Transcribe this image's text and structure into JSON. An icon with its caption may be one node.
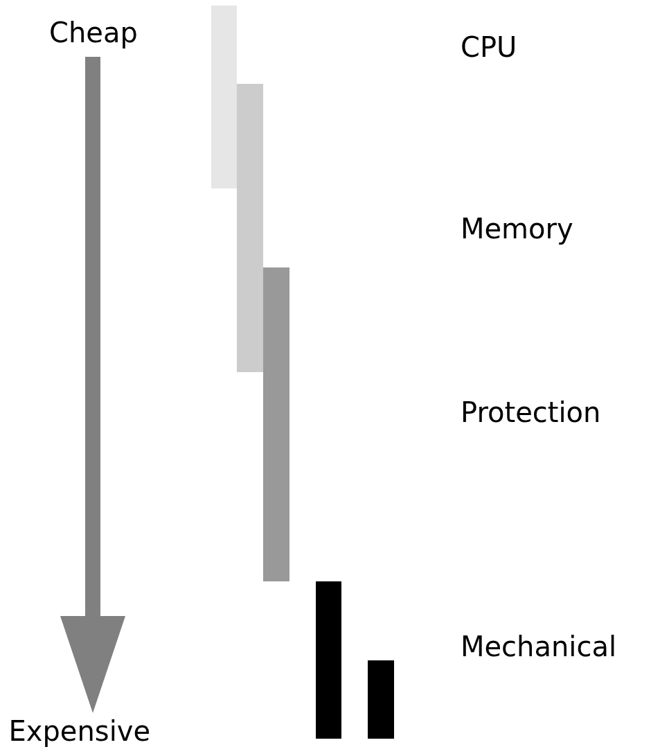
{
  "diagram": {
    "nodes": [
      {
        "text": [
          "Cheap"
        ]
      },
      {
        "text": [
          "Expensive"
        ]
      }
    ],
    "edges": [
      {
        "from": 0,
        "to": 1,
        "arrow": "to"
      }
    ],
    "labels": [
      "CPU",
      "Memory",
      "Protection",
      "Mechanical"
    ]
  }
}
